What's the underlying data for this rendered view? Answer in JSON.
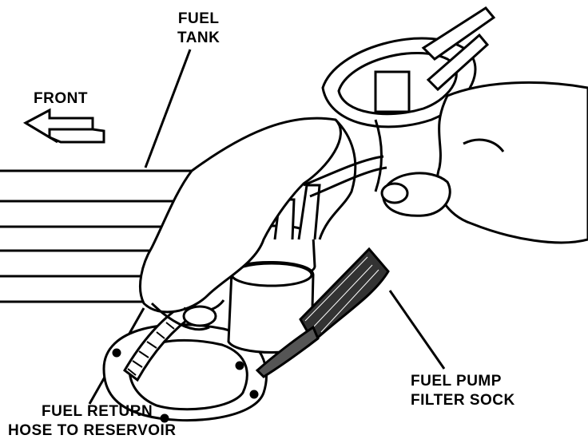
{
  "labels": {
    "front": "FRONT",
    "fuel_tank": [
      "FUEL",
      "TANK"
    ],
    "fuel_return_hose": [
      "FUEL RETURN",
      "HOSE TO RESERVOIR"
    ],
    "filter_sock": [
      "FUEL PUMP",
      "FILTER SOCK"
    ]
  },
  "colors": {
    "ink": "#000000",
    "paper": "#ffffff"
  }
}
